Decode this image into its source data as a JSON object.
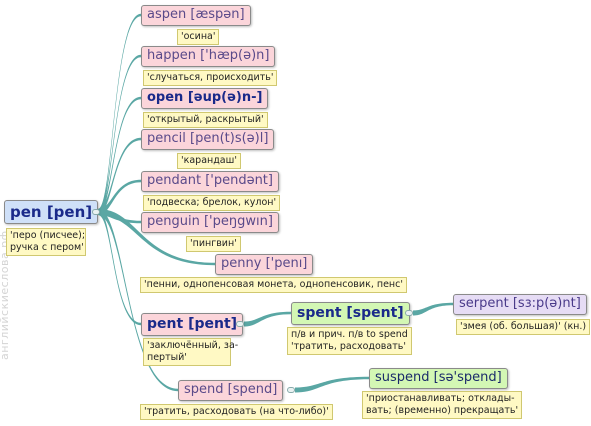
{
  "watermark": "английскиеслова.рф",
  "colors": {
    "connector": "#5aa7a4",
    "root_fill": "#cfe0f8",
    "child_fill": "#fbd5da",
    "spent_fill": "#d3f7b4",
    "leaf_fill": "#e6dcf5",
    "gloss_fill": "#fff9c4"
  },
  "root": {
    "word": "pen",
    "transcription": "[pen]",
    "gloss_line1": "'перо (писчее);",
    "gloss_line2": "ручка с пером'"
  },
  "children": [
    {
      "word": "aspen",
      "transcription": "[æspən]",
      "gloss": "'осина'"
    },
    {
      "word": "happen",
      "transcription": "['hæp(ə)n]",
      "gloss": "'случаться, происходить'"
    },
    {
      "word": "open",
      "transcription": "[əup(ə)n-]",
      "gloss": "'открытый, раскрытый'"
    },
    {
      "word": "pencil",
      "transcription": "[pen(t)s(ə)l]",
      "gloss": "'карандаш'"
    },
    {
      "word": "pendant",
      "transcription": "['pendənt]",
      "gloss": "'подвеска; брелок, кулон'"
    },
    {
      "word": "penguin",
      "transcription": "['peŋgwın]",
      "gloss": "'пингвин'"
    },
    {
      "word": "penny",
      "transcription": "['penı]",
      "gloss": "'пенни, однопенсовая монета, однопенсовик, пенс'"
    },
    {
      "word": "pent",
      "transcription": "[pent]",
      "gloss_line1": "'заключённый, за-",
      "gloss_line2": "пертый'"
    },
    {
      "word": "spend",
      "transcription": "[spend]",
      "gloss": "'тратить, расходовать (на что-либо)'"
    }
  ],
  "spent": {
    "word": "spent",
    "transcription": "[spent]",
    "gloss_line1": "п/в и прич. п/в to spend",
    "gloss_line2": "'тратить, расходовать'"
  },
  "serpent": {
    "word": "serpent",
    "transcription": "[sɜ:p(ə)nt]",
    "gloss": "'змея (об. большая)' (кн.)"
  },
  "suspend": {
    "word": "suspend",
    "transcription": "[sə'spend]",
    "gloss_line1": "'приостанавливать; отклады-",
    "gloss_line2": "вать; (временно) прекращать'"
  }
}
